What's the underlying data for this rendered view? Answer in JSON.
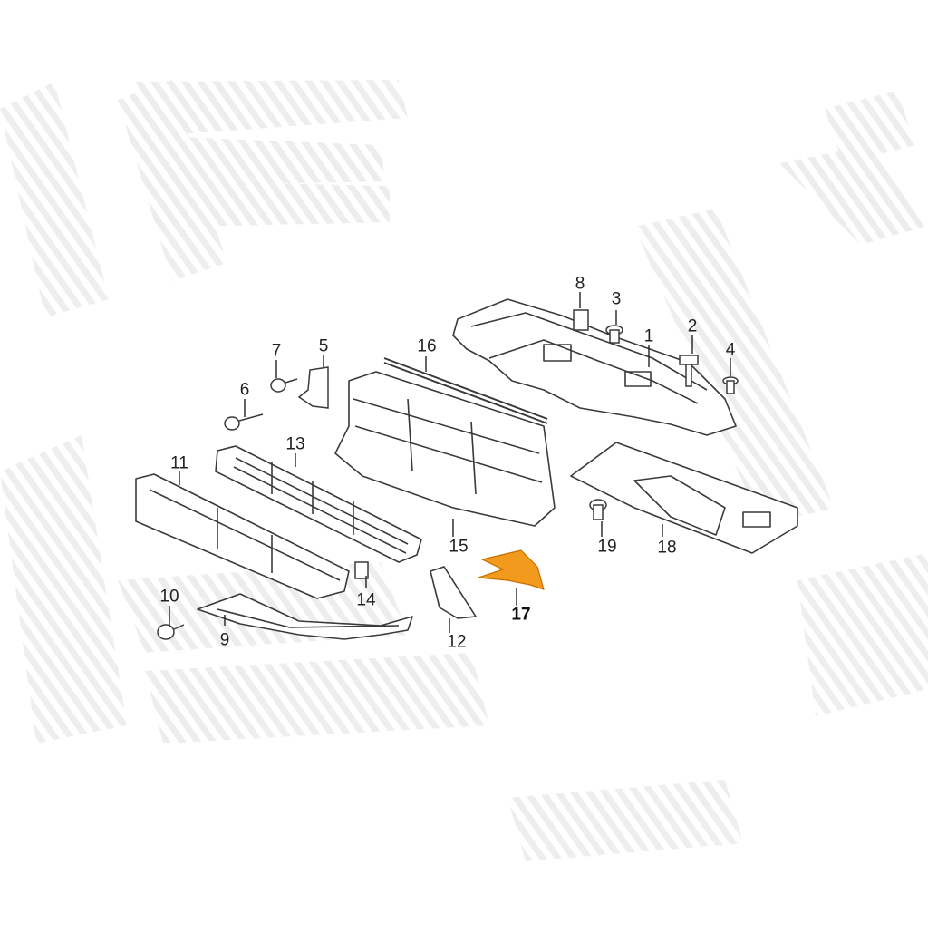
{
  "diagram": {
    "highlight_color": "#f29a1e",
    "line_color": "#3a3a3a",
    "watermark_color": "#ececec",
    "highlighted_part": "17",
    "callouts": [
      {
        "id": "p1",
        "label": "1"
      },
      {
        "id": "p2",
        "label": "2"
      },
      {
        "id": "p3",
        "label": "3"
      },
      {
        "id": "p4",
        "label": "4"
      },
      {
        "id": "p5",
        "label": "5"
      },
      {
        "id": "p6",
        "label": "6"
      },
      {
        "id": "p7",
        "label": "7"
      },
      {
        "id": "p8",
        "label": "8"
      },
      {
        "id": "p9",
        "label": "9"
      },
      {
        "id": "p10",
        "label": "10"
      },
      {
        "id": "p11",
        "label": "11"
      },
      {
        "id": "p12",
        "label": "12"
      },
      {
        "id": "p13",
        "label": "13"
      },
      {
        "id": "p14",
        "label": "14"
      },
      {
        "id": "p15",
        "label": "15"
      },
      {
        "id": "p16",
        "label": "16"
      },
      {
        "id": "p17",
        "label": "17"
      },
      {
        "id": "p18",
        "label": "18"
      },
      {
        "id": "p19",
        "label": "19"
      }
    ]
  }
}
